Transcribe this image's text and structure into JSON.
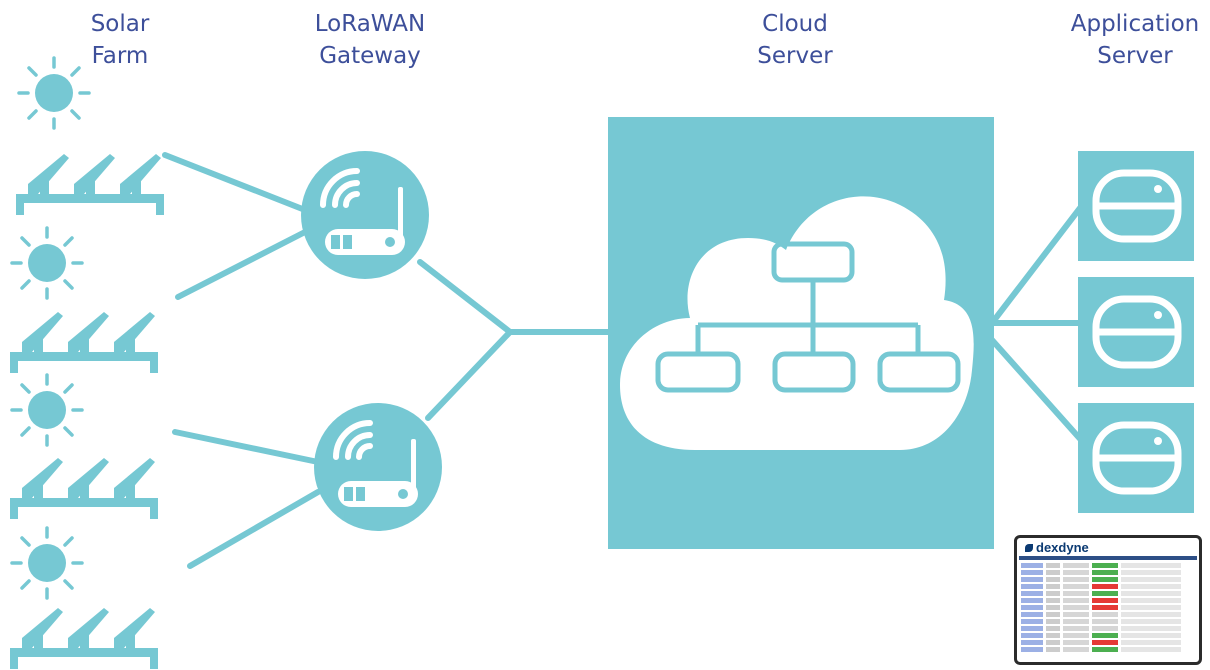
{
  "labels": {
    "solar_farm": "Solar\nFarm",
    "lorawan_gateway": "LoRaWAN\nGateway",
    "cloud_server": "Cloud\nServer",
    "application_server": "Application\nServer"
  },
  "dashboard": {
    "brand": "dexdyne"
  },
  "colors": {
    "accent": "#76c8d3",
    "label": "#3d4f9a"
  }
}
